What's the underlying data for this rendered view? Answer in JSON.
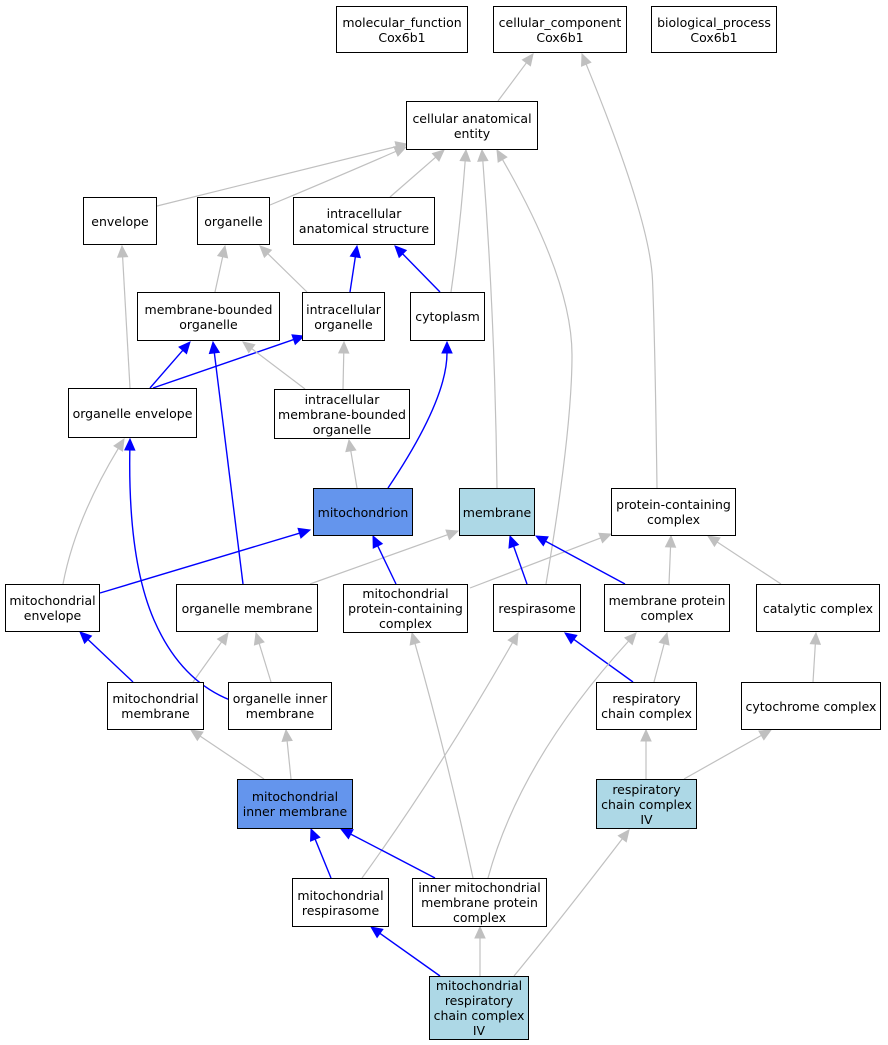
{
  "nodes": [
    {
      "id": "mf",
      "label": "molecular_function\nCox6b1",
      "fill": "white"
    },
    {
      "id": "cc",
      "label": "cellular_component\nCox6b1",
      "fill": "white"
    },
    {
      "id": "bp",
      "label": "biological_process\nCox6b1",
      "fill": "white"
    },
    {
      "id": "cae",
      "label": "cellular anatomical\nentity",
      "fill": "white"
    },
    {
      "id": "envelope",
      "label": "envelope",
      "fill": "white"
    },
    {
      "id": "organelle",
      "label": "organelle",
      "fill": "white"
    },
    {
      "id": "ias",
      "label": "intracellular\nanatomical structure",
      "fill": "white"
    },
    {
      "id": "mbo",
      "label": "membrane-bounded\norganelle",
      "fill": "white"
    },
    {
      "id": "io",
      "label": "intracellular\norganelle",
      "fill": "white"
    },
    {
      "id": "cytoplasm",
      "label": "cytoplasm",
      "fill": "white"
    },
    {
      "id": "oe",
      "label": "organelle envelope",
      "fill": "white"
    },
    {
      "id": "imbo",
      "label": "intracellular\nmembrane-bounded\norganelle",
      "fill": "white"
    },
    {
      "id": "mito",
      "label": "mitochondrion",
      "fill": "#6495ed"
    },
    {
      "id": "membrane",
      "label": "membrane",
      "fill": "#add8e6"
    },
    {
      "id": "pcc",
      "label": "protein-containing\ncomplex",
      "fill": "white"
    },
    {
      "id": "menv",
      "label": "mitochondrial\nenvelope",
      "fill": "white"
    },
    {
      "id": "om",
      "label": "organelle membrane",
      "fill": "white"
    },
    {
      "id": "mpcc",
      "label": "mitochondrial\nprotein-containing\ncomplex",
      "fill": "white"
    },
    {
      "id": "resp",
      "label": "respirasome",
      "fill": "white"
    },
    {
      "id": "mpc",
      "label": "membrane protein\ncomplex",
      "fill": "white"
    },
    {
      "id": "cat",
      "label": "catalytic complex",
      "fill": "white"
    },
    {
      "id": "mm",
      "label": "mitochondrial\nmembrane",
      "fill": "white"
    },
    {
      "id": "oim",
      "label": "organelle inner\nmembrane",
      "fill": "white"
    },
    {
      "id": "rcc",
      "label": "respiratory\nchain complex",
      "fill": "white"
    },
    {
      "id": "cyt",
      "label": "cytochrome complex",
      "fill": "white"
    },
    {
      "id": "mim",
      "label": "mitochondrial\ninner membrane",
      "fill": "#6495ed"
    },
    {
      "id": "rcc4",
      "label": "respiratory\nchain complex\nIV",
      "fill": "#add8e6"
    },
    {
      "id": "mresp",
      "label": "mitochondrial\nrespirasome",
      "fill": "white"
    },
    {
      "id": "imc",
      "label": "inner mitochondrial\nmembrane protein\ncomplex",
      "fill": "white"
    },
    {
      "id": "mrcc4",
      "label": "mitochondrial\nrespiratory\nchain complex\nIV",
      "fill": "#add8e6"
    }
  ],
  "edges": [
    {
      "from": "cae",
      "to": "cc",
      "color": "#c0c0c0"
    },
    {
      "from": "pcc",
      "to": "cc",
      "color": "#c0c0c0"
    },
    {
      "from": "envelope",
      "to": "cae",
      "color": "#c0c0c0"
    },
    {
      "from": "organelle",
      "to": "cae",
      "color": "#c0c0c0"
    },
    {
      "from": "ias",
      "to": "cae",
      "color": "#c0c0c0"
    },
    {
      "from": "cytoplasm",
      "to": "cae",
      "color": "#c0c0c0"
    },
    {
      "from": "membrane",
      "to": "cae",
      "color": "#c0c0c0"
    },
    {
      "from": "resp",
      "to": "cae",
      "color": "#c0c0c0"
    },
    {
      "from": "mbo",
      "to": "organelle",
      "color": "#c0c0c0"
    },
    {
      "from": "io",
      "to": "organelle",
      "color": "#c0c0c0"
    },
    {
      "from": "io",
      "to": "ias",
      "color": "#0000ff"
    },
    {
      "from": "cytoplasm",
      "to": "ias",
      "color": "#0000ff"
    },
    {
      "from": "oe",
      "to": "envelope",
      "color": "#c0c0c0"
    },
    {
      "from": "oe",
      "to": "mbo",
      "color": "#0000ff"
    },
    {
      "from": "oe",
      "to": "io",
      "color": "#0000ff"
    },
    {
      "from": "imbo",
      "to": "mbo",
      "color": "#c0c0c0"
    },
    {
      "from": "imbo",
      "to": "io",
      "color": "#c0c0c0"
    },
    {
      "from": "mito",
      "to": "imbo",
      "color": "#c0c0c0"
    },
    {
      "from": "mito",
      "to": "cytoplasm",
      "color": "#0000ff"
    },
    {
      "from": "menv",
      "to": "oe",
      "color": "#c0c0c0"
    },
    {
      "from": "menv",
      "to": "mito",
      "color": "#0000ff"
    },
    {
      "from": "om",
      "to": "mbo",
      "color": "#0000ff"
    },
    {
      "from": "om",
      "to": "membrane",
      "color": "#c0c0c0"
    },
    {
      "from": "mpcc",
      "to": "mito",
      "color": "#0000ff"
    },
    {
      "from": "mpcc",
      "to": "pcc",
      "color": "#c0c0c0"
    },
    {
      "from": "resp",
      "to": "membrane",
      "color": "#0000ff"
    },
    {
      "from": "mpc",
      "to": "membrane",
      "color": "#0000ff"
    },
    {
      "from": "mpc",
      "to": "pcc",
      "color": "#c0c0c0"
    },
    {
      "from": "cat",
      "to": "pcc",
      "color": "#c0c0c0"
    },
    {
      "from": "mm",
      "to": "menv",
      "color": "#0000ff"
    },
    {
      "from": "mm",
      "to": "om",
      "color": "#c0c0c0"
    },
    {
      "from": "oim",
      "to": "om",
      "color": "#c0c0c0"
    },
    {
      "from": "oim",
      "to": "oe",
      "color": "#0000ff"
    },
    {
      "from": "rcc",
      "to": "resp",
      "color": "#0000ff"
    },
    {
      "from": "rcc",
      "to": "mpc",
      "color": "#c0c0c0"
    },
    {
      "from": "cyt",
      "to": "cat",
      "color": "#c0c0c0"
    },
    {
      "from": "mim",
      "to": "mm",
      "color": "#c0c0c0"
    },
    {
      "from": "mim",
      "to": "oim",
      "color": "#c0c0c0"
    },
    {
      "from": "rcc4",
      "to": "rcc",
      "color": "#c0c0c0"
    },
    {
      "from": "rcc4",
      "to": "cyt",
      "color": "#c0c0c0"
    },
    {
      "from": "mresp",
      "to": "mim",
      "color": "#0000ff"
    },
    {
      "from": "mresp",
      "to": "resp",
      "color": "#c0c0c0"
    },
    {
      "from": "imc",
      "to": "mim",
      "color": "#0000ff"
    },
    {
      "from": "imc",
      "to": "mpcc",
      "color": "#c0c0c0"
    },
    {
      "from": "imc",
      "to": "mpc",
      "color": "#c0c0c0"
    },
    {
      "from": "mrcc4",
      "to": "mresp",
      "color": "#0000ff"
    },
    {
      "from": "mrcc4",
      "to": "imc",
      "color": "#c0c0c0"
    },
    {
      "from": "mrcc4",
      "to": "rcc4",
      "color": "#c0c0c0"
    }
  ]
}
